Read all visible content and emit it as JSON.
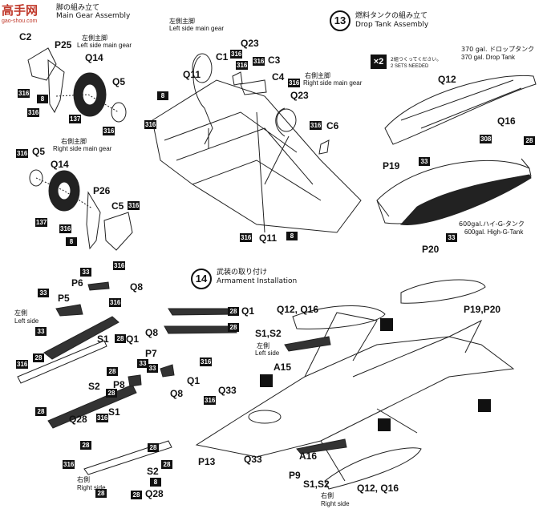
{
  "watermark": {
    "chars": "高手网",
    "url": "gao-shou.com"
  },
  "top_left": {
    "heading_jp": "脚の組み立て",
    "heading_en": "Main Gear Assembly",
    "left_jp": "左側主脚",
    "left_en": "Left side main gear",
    "right_jp": "右側主脚",
    "right_en": "Right side main gear",
    "parts": [
      "C2",
      "P25",
      "Q14",
      "Q5",
      "Q5",
      "Q14",
      "P26",
      "C5"
    ],
    "tags": [
      "316",
      "8",
      "316",
      "137",
      "316",
      "316",
      "137",
      "316",
      "8",
      "316"
    ]
  },
  "top_middle": {
    "left_jp": "左側主脚",
    "left_en": "Left side main gear",
    "right_jp": "右側主脚",
    "right_en": "Right side main gear",
    "parts": [
      "C1",
      "Q23",
      "C3",
      "Q11",
      "C4",
      "Q23",
      "C6",
      "Q11"
    ],
    "tags": [
      "316",
      "316",
      "316",
      "8",
      "316",
      "316",
      "316",
      "8"
    ]
  },
  "step13": {
    "number": "13",
    "title_jp": "燃料タンクの組み立て",
    "title_en": "Drop Tank Assembly",
    "multiplier": "×2",
    "note_jp": "2組つくってください。",
    "note_en": "2 SETS NEEDED",
    "tank1_jp": "370 gal. ドロップタンク",
    "tank1_en": "370 gal. Drop Tank",
    "tank2_jp": "600gal.ハイ-G-タンク",
    "tank2_en": "600gal. High-G-Tank",
    "parts": [
      "Q12",
      "Q16",
      "P19",
      "P20"
    ],
    "tags": [
      "308",
      "28",
      "33",
      "33"
    ]
  },
  "step14": {
    "number": "14",
    "title_jp": "武装の取り付け",
    "title_en": "Armament Installation",
    "left_jp": "左側",
    "left_en": "Left side",
    "right_jp": "右側",
    "right_en": "Right side",
    "left_side_jp": "左側",
    "left_side_en": "Left side",
    "right_side_jp": "右側",
    "right_side_en": "Right side",
    "parts_left": [
      "P6",
      "Q8",
      "P5",
      "Q1",
      "S1",
      "S2",
      "Q28"
    ],
    "parts_right": [
      "P7",
      "Q1",
      "P8",
      "Q8",
      "S1",
      "S2",
      "Q28"
    ],
    "parts_mid": [
      "Q1",
      "Q8"
    ],
    "parts_aircraft": [
      "Q12, Q16",
      "P19,P20",
      "S1,S2",
      "A15",
      "Q33",
      "P13",
      "Q33",
      "A16",
      "P9",
      "S1,S2",
      "Q12, Q16"
    ],
    "tags": [
      "33",
      "316",
      "33",
      "316",
      "33",
      "28",
      "28",
      "316",
      "28",
      "28",
      "28",
      "33",
      "33",
      "316",
      "28",
      "316",
      "28",
      "316",
      "28",
      "28",
      "316",
      "28",
      "8",
      "28",
      "28"
    ]
  }
}
